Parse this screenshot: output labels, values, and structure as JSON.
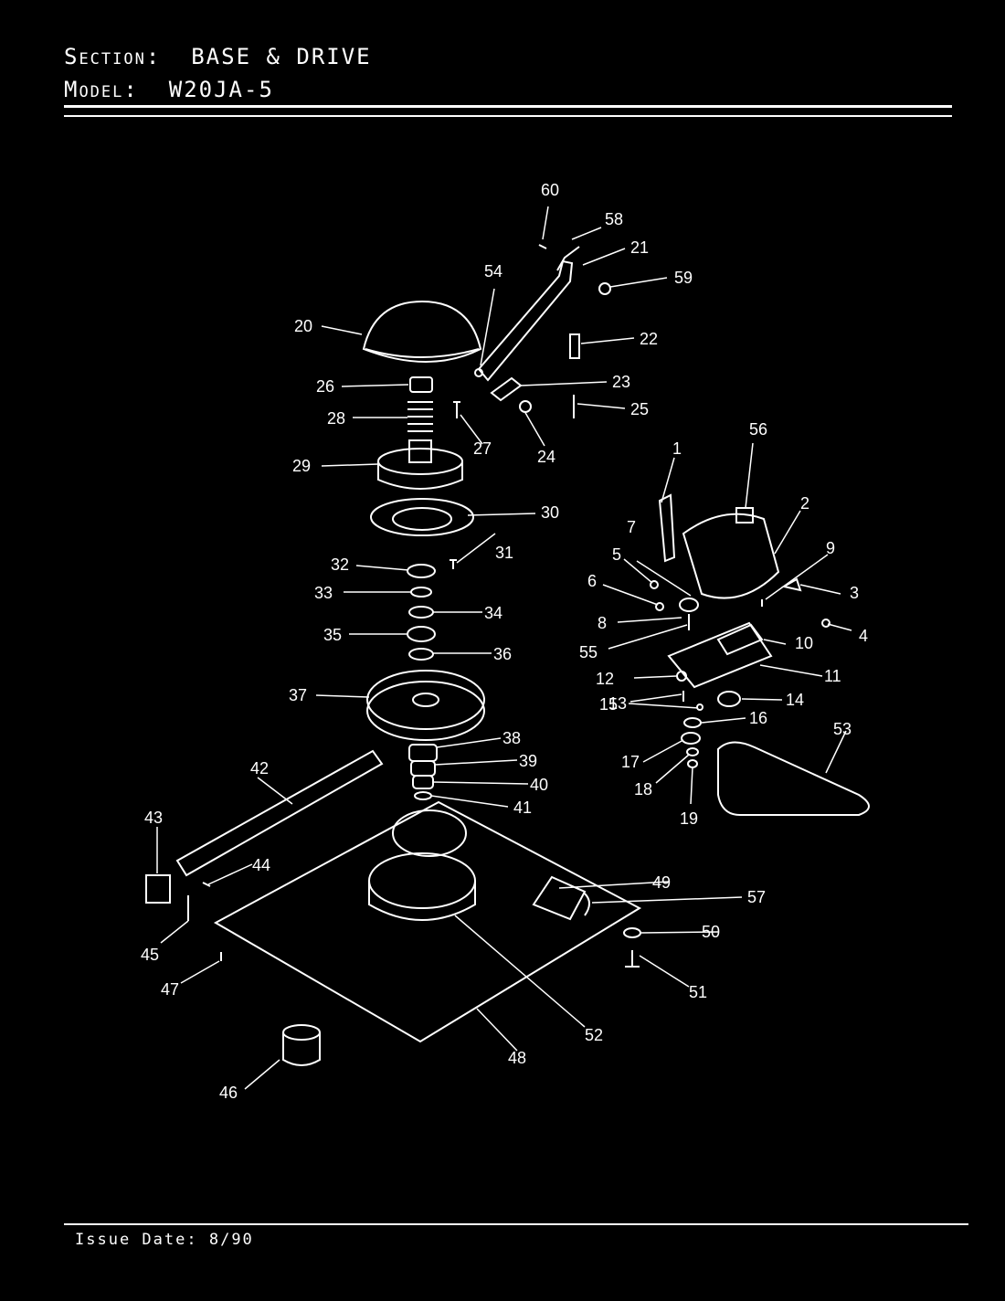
{
  "header": {
    "section_label": "Section:",
    "section_value": "BASE & DRIVE",
    "model_label": "Model:",
    "model_value": "W20JA-5"
  },
  "footer": {
    "issue_label": "Issue Date:",
    "issue_value": "8/90"
  },
  "callouts": [
    "1",
    "2",
    "3",
    "4",
    "5",
    "6",
    "7",
    "8",
    "9",
    "10",
    "11",
    "12",
    "13",
    "14",
    "15",
    "16",
    "17",
    "18",
    "19",
    "20",
    "21",
    "22",
    "23",
    "24",
    "25",
    "26",
    "27",
    "28",
    "29",
    "30",
    "31",
    "32",
    "33",
    "34",
    "35",
    "36",
    "37",
    "38",
    "39",
    "40",
    "41",
    "42",
    "43",
    "44",
    "45",
    "46",
    "47",
    "48",
    "49",
    "50",
    "51",
    "52",
    "53",
    "54",
    "55",
    "56",
    "57",
    "58",
    "59",
    "60"
  ]
}
